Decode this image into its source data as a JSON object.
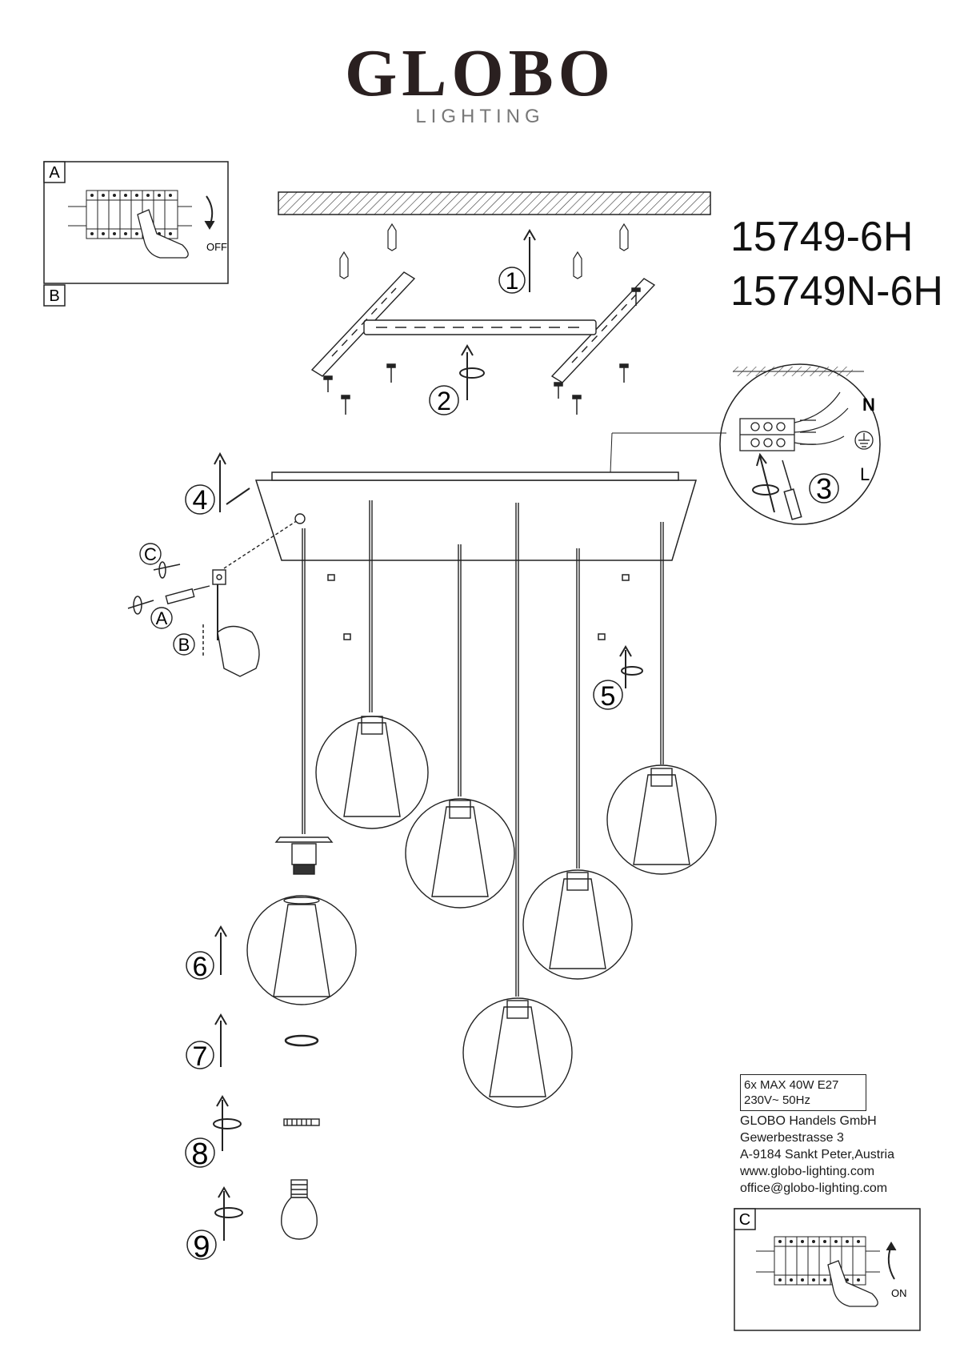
{
  "brand": {
    "name": "GLOBO",
    "subtitle": "LIGHTING"
  },
  "models": [
    "15749-6H",
    "15749N-6H"
  ],
  "inset_labels": {
    "a": "A",
    "b": "B",
    "c": "C"
  },
  "switch_states": {
    "off": "OFF",
    "on": "ON"
  },
  "steps": [
    "1",
    "2",
    "3",
    "4",
    "5",
    "6",
    "7",
    "8",
    "9"
  ],
  "substeps": [
    "A",
    "B",
    "C"
  ],
  "wiring_labels": {
    "neutral": "N",
    "live": "L"
  },
  "spec": {
    "power": "6x MAX 40W E27",
    "voltage": "230V~ 50Hz"
  },
  "company": {
    "name": "GLOBO Handels GmbH",
    "street": "Gewerbestrasse  3",
    "city": "A-9184 Sankt Peter,Austria",
    "web": "www.globo-lighting.com",
    "email": "office@globo-lighting.com"
  }
}
